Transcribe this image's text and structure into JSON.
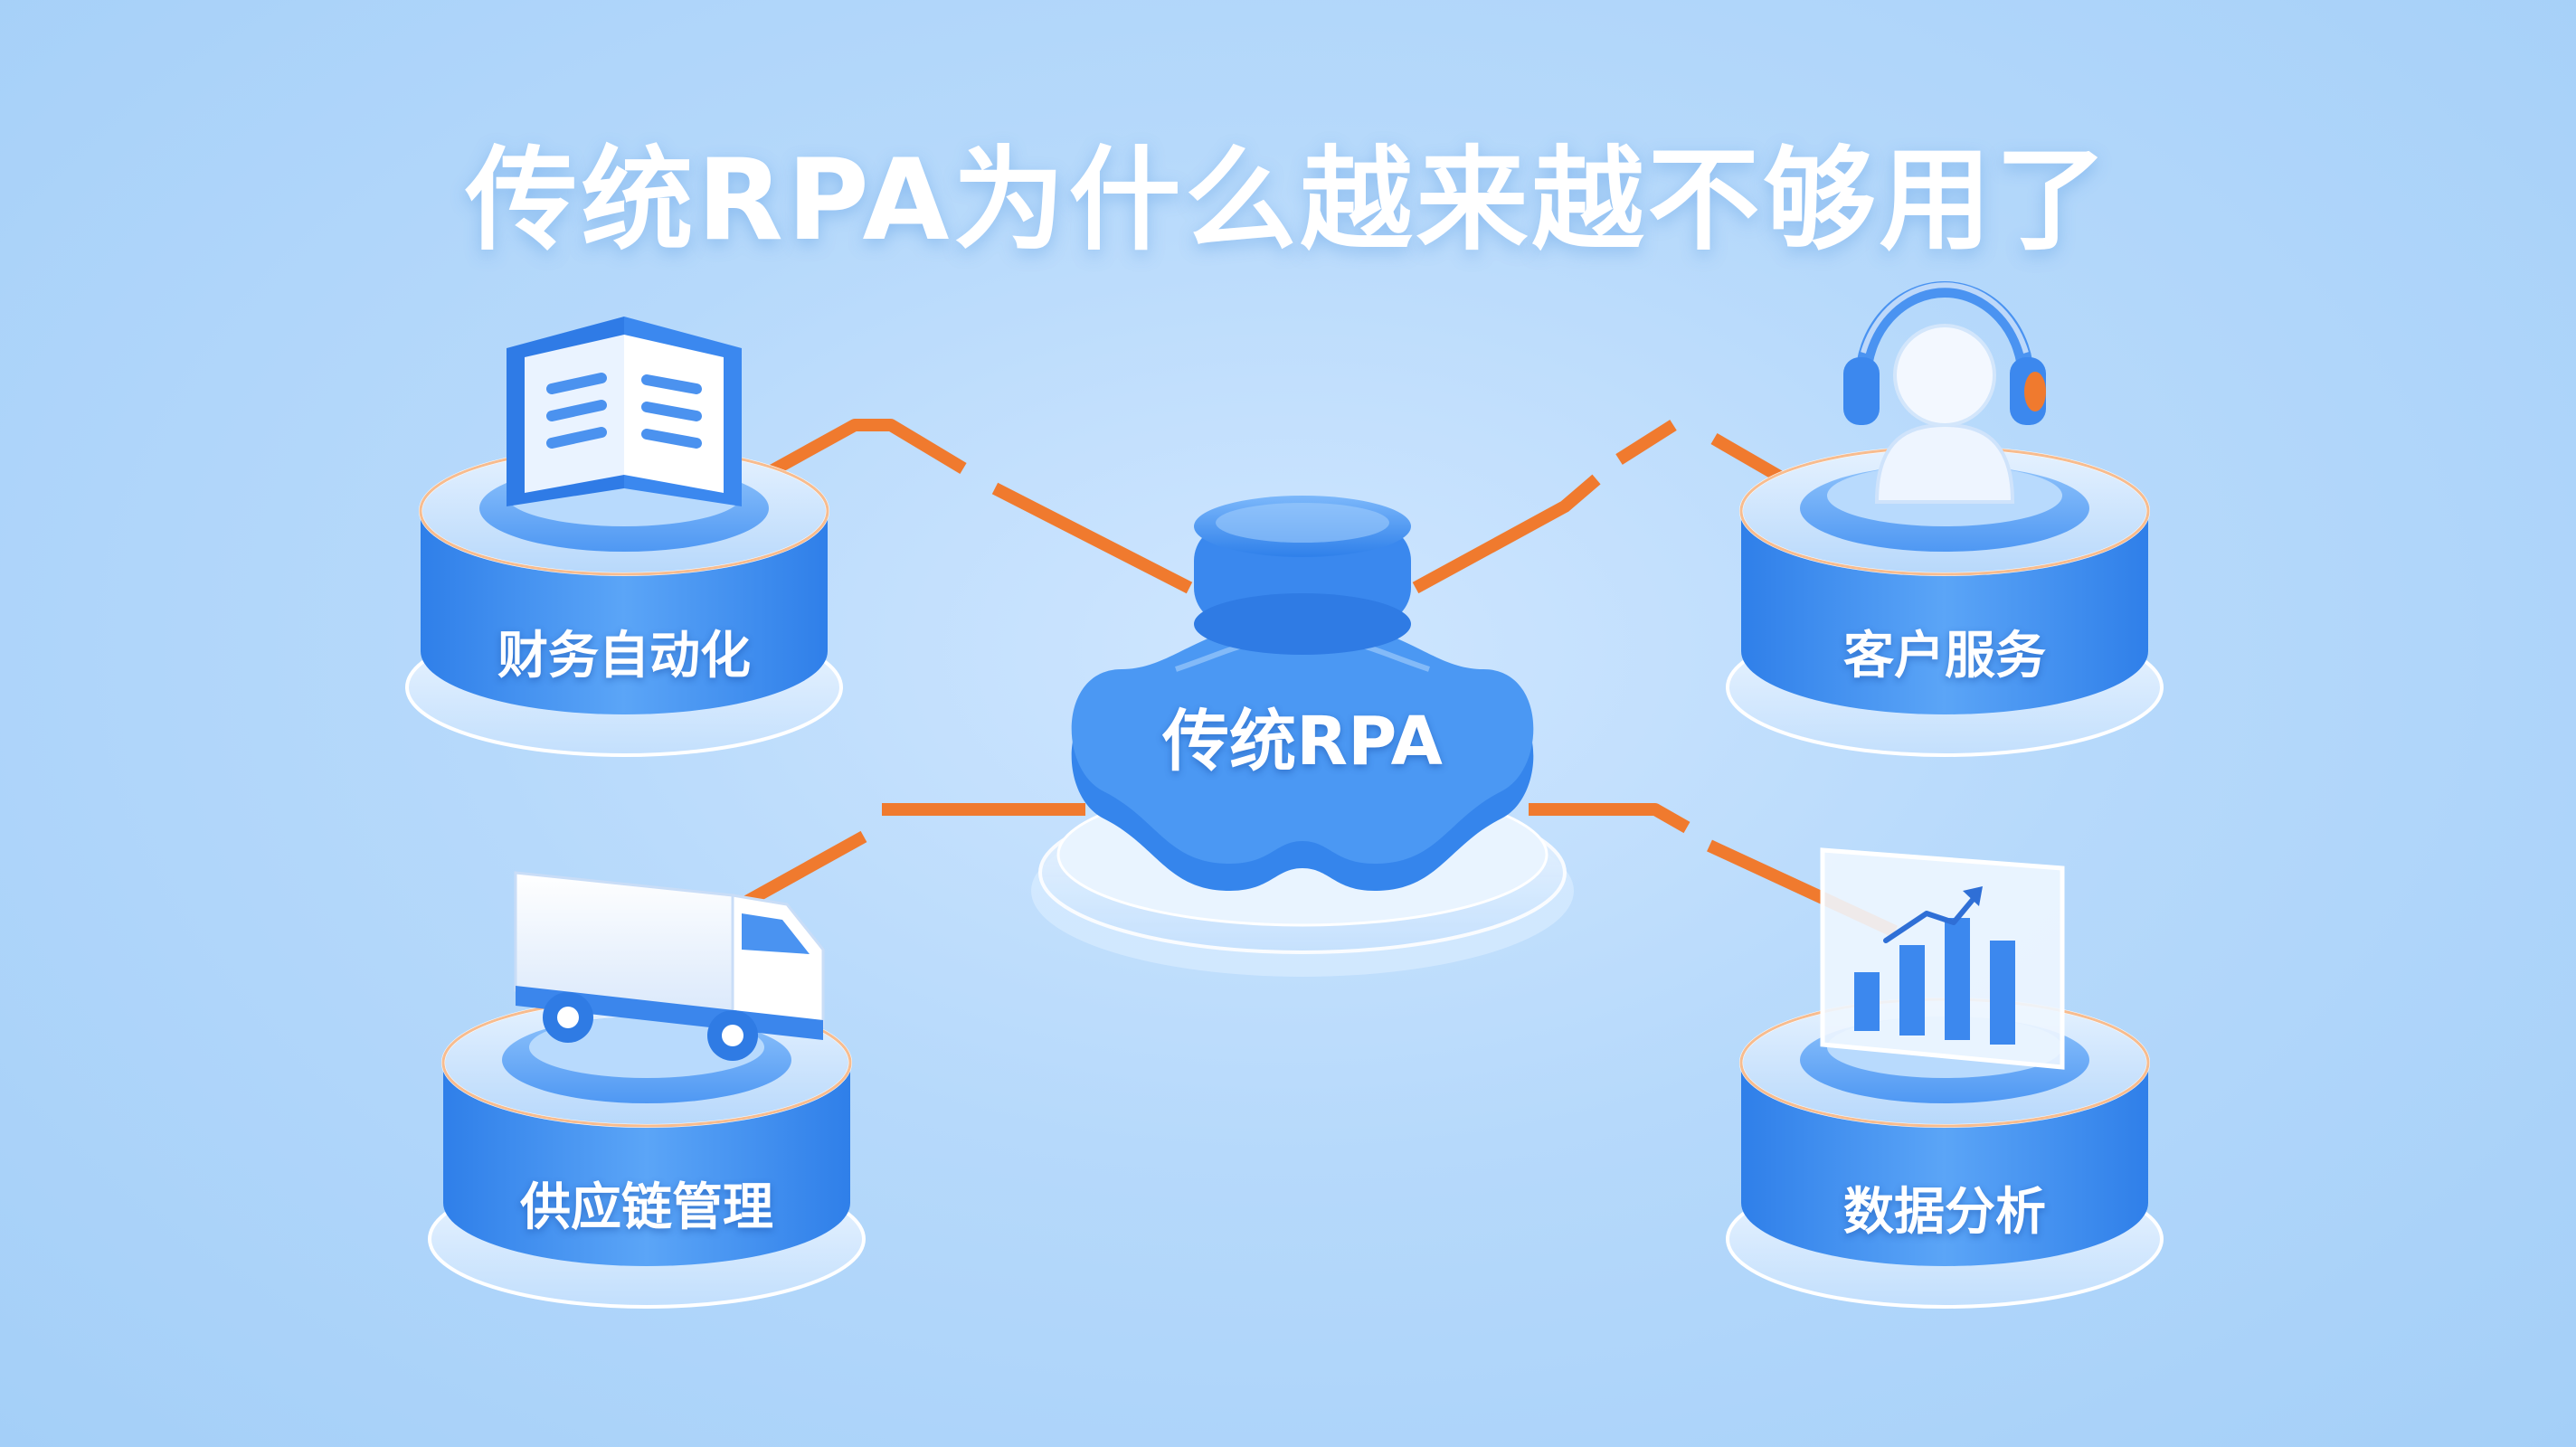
{
  "title": "传统RPA为什么越来越不够用了",
  "center": {
    "label": "传统RPA"
  },
  "nodes": [
    {
      "label": "财务自动化",
      "icon": "open-book-icon"
    },
    {
      "label": "客户服务",
      "icon": "headset-agent-icon"
    },
    {
      "label": "供应链管理",
      "icon": "delivery-truck-icon"
    },
    {
      "label": "数据分析",
      "icon": "bar-chart-icon"
    }
  ],
  "colors": {
    "background": "#b6d9fb",
    "platform_blue": "#3f8ef0",
    "platform_light": "#cfe5ff",
    "connector_orange": "#f07a2e",
    "text": "#ffffff"
  }
}
